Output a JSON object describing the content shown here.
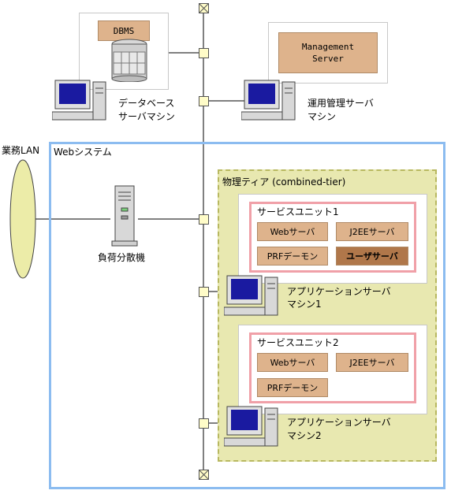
{
  "dbms": {
    "label": "DBMS",
    "machine_line1": "データベース",
    "machine_line2": "サーバマシン"
  },
  "mgmt": {
    "label_line1": "Management",
    "label_line2": "Server",
    "machine_line1": "運用管理サーバ",
    "machine_line2": "マシン"
  },
  "lan": {
    "label": "業務LAN"
  },
  "web_system": {
    "label": "Webシステム"
  },
  "load_balancer": {
    "label": "負荷分散機"
  },
  "physical_tier": {
    "label": "物理ティア (combined-tier)"
  },
  "unit1": {
    "title": "サービスユニット1",
    "web": "Webサーバ",
    "j2ee": "J2EEサーバ",
    "prf": "PRFデーモン",
    "user": "ユーザサーバ",
    "machine_line1": "アプリケーションサーバ",
    "machine_line2": "マシン1"
  },
  "unit2": {
    "title": "サービスユニット2",
    "web": "Webサーバ",
    "j2ee": "J2EEサーバ",
    "prf": "PRFデーモン",
    "machine_line1": "アプリケーションサーバ",
    "machine_line2": "マシン2"
  },
  "colors": {
    "component": "#deb38c",
    "component_dark": "#b0774a",
    "web_system_border": "#8cbcf0",
    "tier_fill": "#e8e8b0",
    "unit_border": "#f0a0a8",
    "lan": "#ececa8"
  }
}
